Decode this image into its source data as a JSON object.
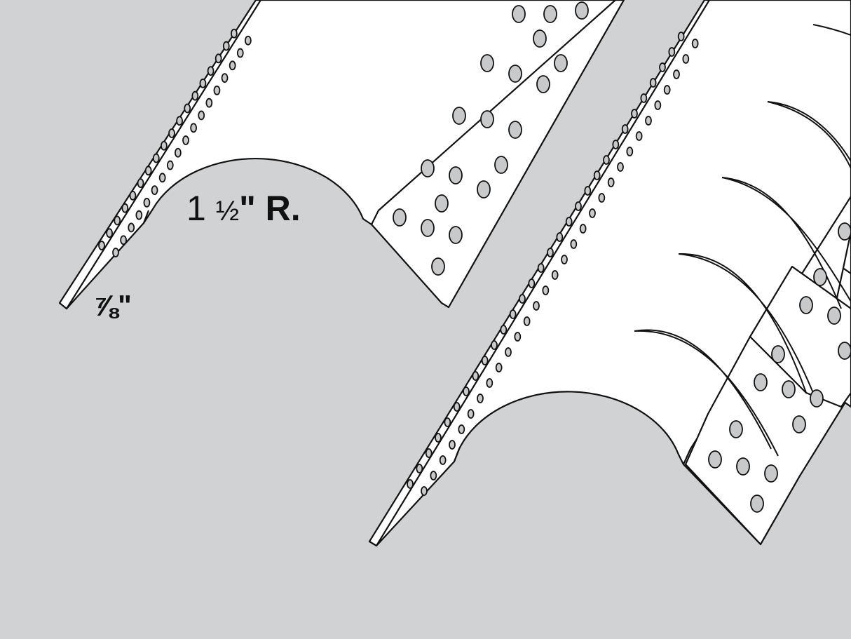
{
  "labels": {
    "radius_number": "1",
    "radius_fraction": "½",
    "radius_suffix": "\" R.",
    "depth": "⅞\""
  },
  "colors": {
    "background": "#d1d2d4",
    "bead": "#ffffff",
    "outline": "#111111",
    "hole": "#c8c9cb"
  }
}
